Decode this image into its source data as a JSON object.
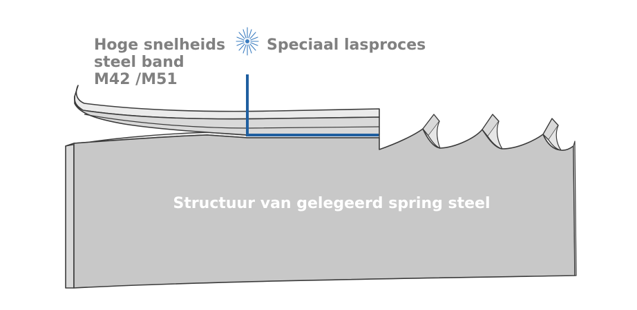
{
  "labels": {
    "hss_band_line1": "Hoge snelheids",
    "hss_band_line2": "steel band",
    "hss_band_line3": "M42 /M51",
    "welding": "Speciaal lasproces",
    "spring_steel": "Structuur van gelegeerd spring steel"
  },
  "colors": {
    "label_gray": "#808080",
    "steel_fill": "#c8c8c8",
    "steel_side": "#d9d9d9",
    "steel_edge": "#ebebeb",
    "outline": "#3a3a3a",
    "weld_blue": "#1f5fa0",
    "spark_blue": "#3a7cc0",
    "body_text": "#ffffff"
  },
  "icons": {
    "weld_spark": "spark-icon"
  }
}
